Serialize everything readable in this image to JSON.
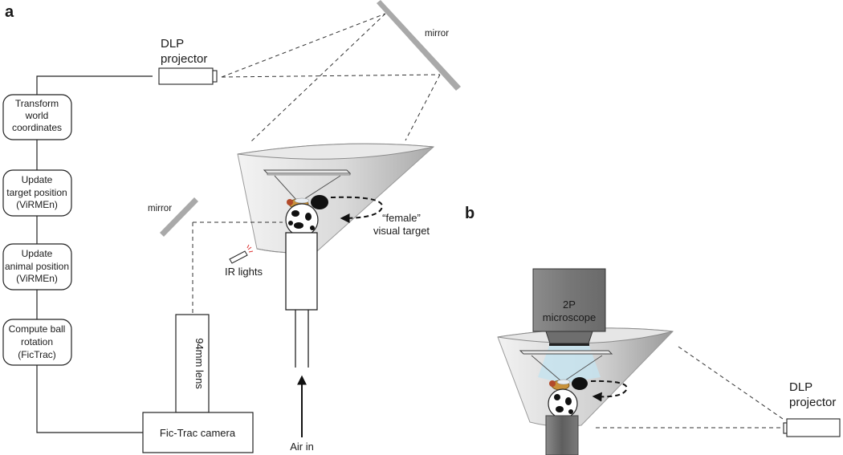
{
  "panels": {
    "a": "a",
    "b": "b"
  },
  "panel_a": {
    "projector_label": [
      "DLP",
      "projector"
    ],
    "mirror_top": "mirror",
    "mirror_left": "mirror",
    "flow_boxes": [
      [
        "Transform",
        "world",
        "coordinates"
      ],
      [
        "Update",
        "target position",
        "(ViRMEn)"
      ],
      [
        "Update",
        "animal position",
        "(ViRMEn)"
      ],
      [
        "Compute ball",
        "rotation",
        "(FicTrac)"
      ]
    ],
    "lens_label": "94mm lens",
    "camera_label": "Fic-Trac camera",
    "ir_label": "IR lights",
    "target_label": [
      "“female”",
      "visual target"
    ],
    "air_label": "Air in"
  },
  "panel_b": {
    "microscope_label": [
      "2P",
      "microscope"
    ],
    "projector_label": [
      "DLP",
      "projector"
    ]
  }
}
